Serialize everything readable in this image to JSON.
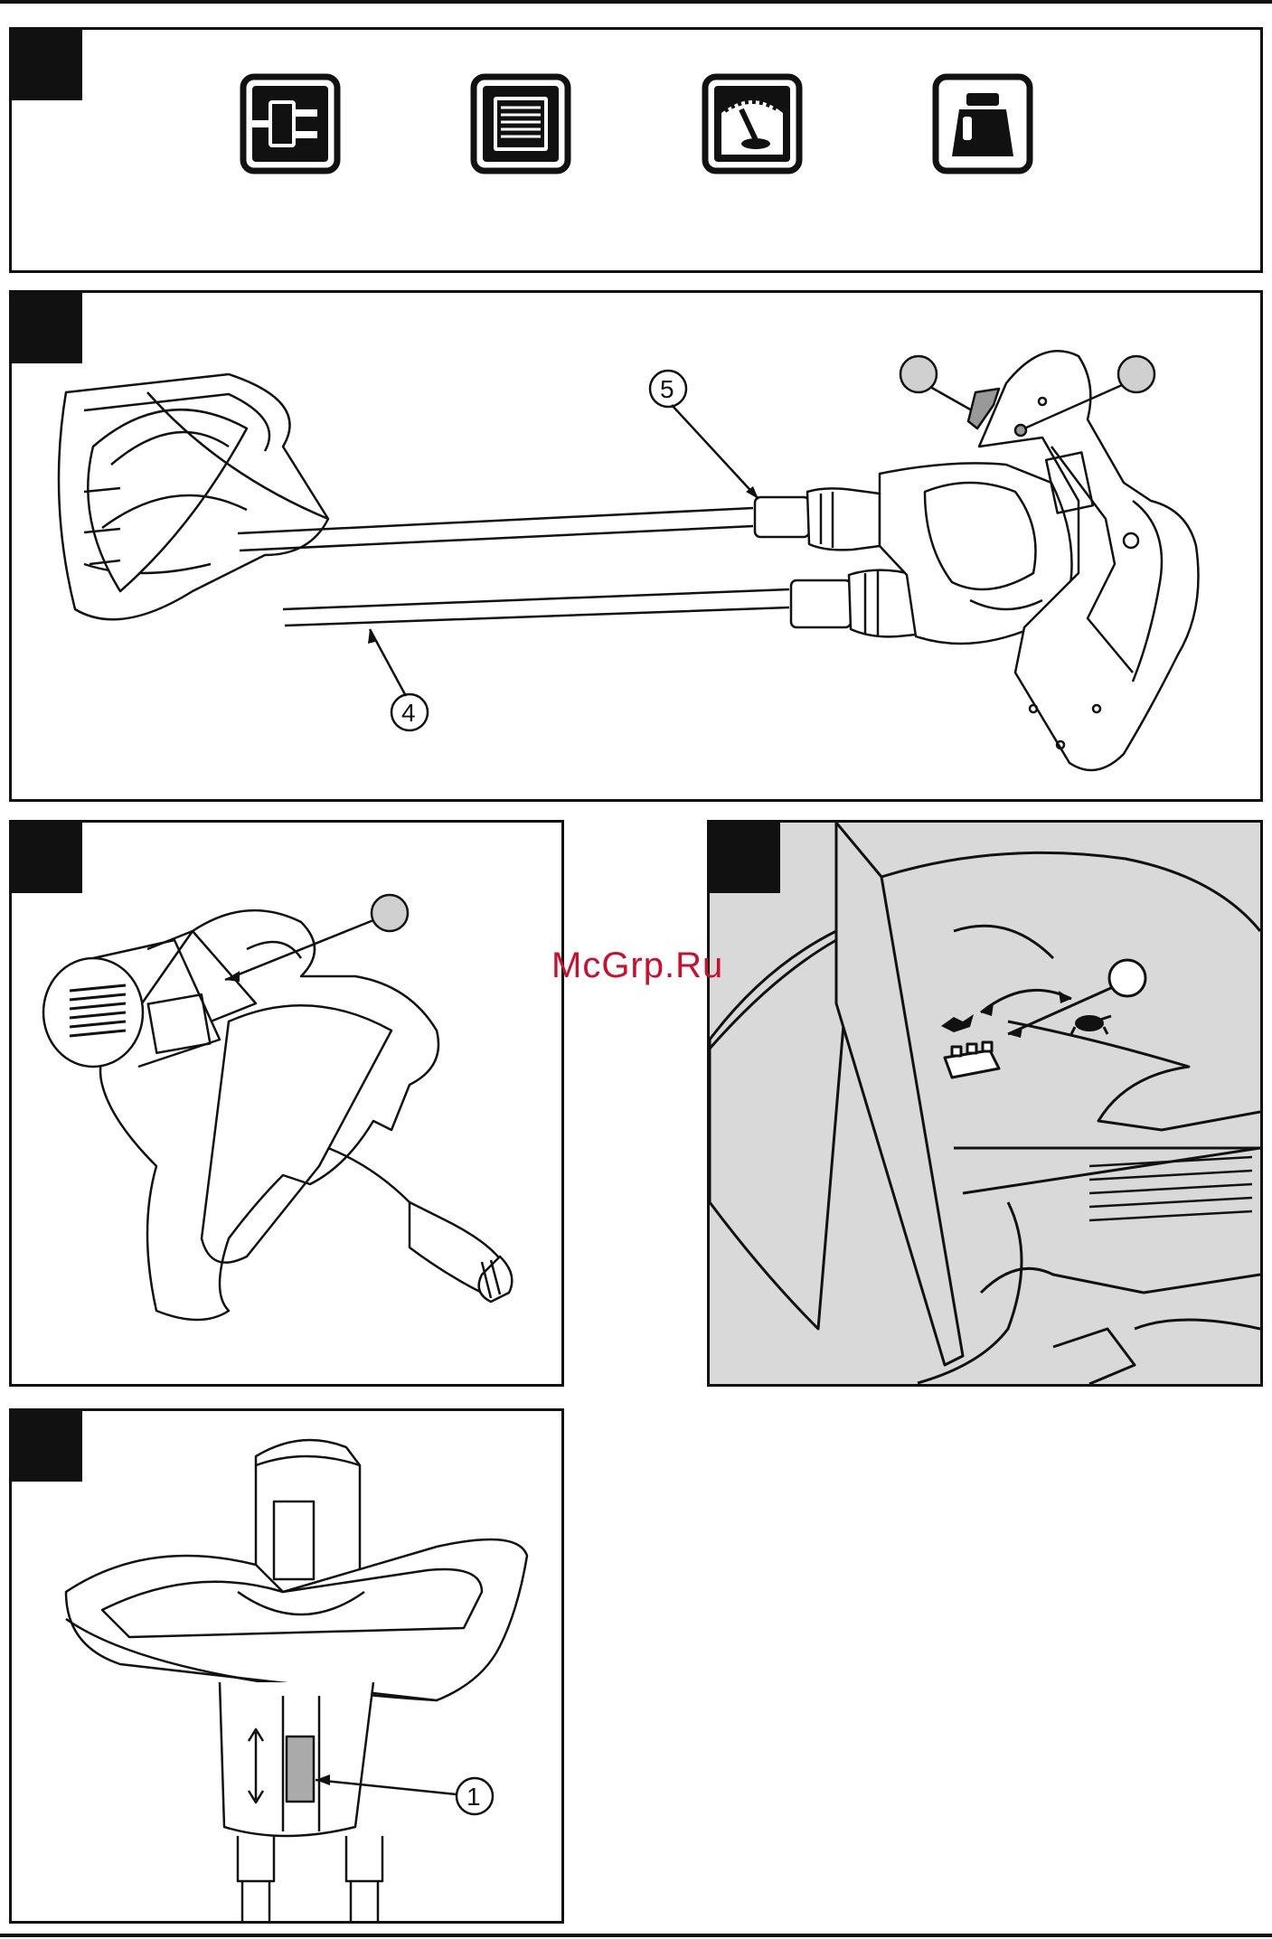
{
  "watermark": "McGrp.Ru",
  "icons": [
    {
      "name": "power-plug-icon"
    },
    {
      "name": "motor-icon"
    },
    {
      "name": "speed-gauge-icon"
    },
    {
      "name": "weight-icon"
    }
  ],
  "panel2": {
    "callouts": {
      "shaft_a": "5",
      "shaft_b": "4"
    }
  },
  "panel5": {
    "callouts": {
      "selector": "1"
    }
  }
}
